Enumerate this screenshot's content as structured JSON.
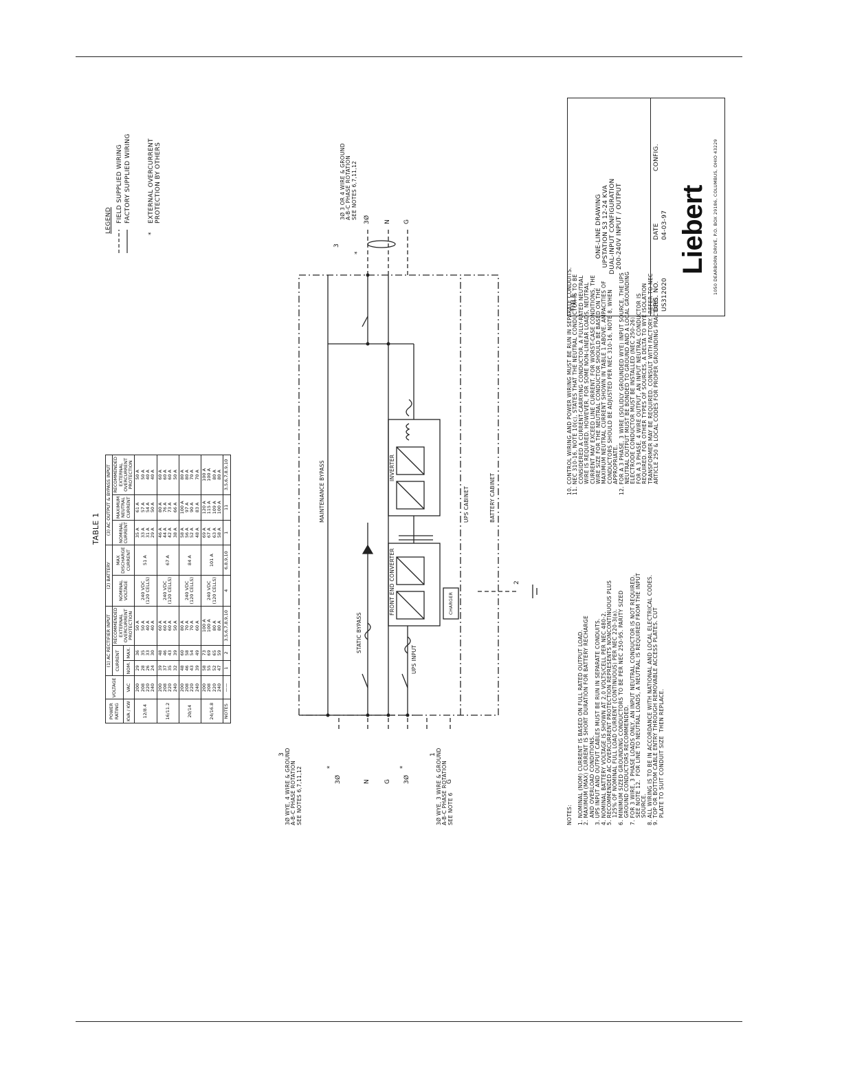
{
  "table": {
    "title": "TABLE 1",
    "group_headers": {
      "ac_rectifier": "AC RECTIFIER INPUT",
      "battery": "BATTERY",
      "ac_output": "AC OUTPUT & BYPASS INPUT",
      "rectifier_num": "1",
      "battery_num": "2",
      "output_num": "3"
    },
    "col_headers": {
      "power_rating": "POWER\nRATING",
      "kva_kw": "KVA / KW",
      "voltage": "VOLTAGE",
      "vac": "VAC",
      "current": "CURRENT",
      "nom": "NOM.",
      "max": "MAX.",
      "rec_ext": "RECOMMENDED\nEXTERNAL\nOVERCURRENT\nPROTECTION",
      "nominal_voltage": "NOMINAL\nVOLTAGE",
      "max_discharge": "MAX\nDISCHARGE\nCURRENT",
      "nominal_current": "NOMINAL\nCURRENT",
      "max_neutral": "MAXIMUM\nNEUTRAL\nCURRENT"
    },
    "rows": [
      {
        "kva": "12/8.4",
        "vac": "200\n208\n220\n240",
        "nom": "29\n28\n26\n24",
        "max": "36\n35\n33\n30",
        "rec": "50 A\n50 A\n40 A\n40 A",
        "bv": "240 VDC\n(120 CELLS)",
        "bd": "51 A",
        "on": "35 A\n33 A\n31 A\n29 A",
        "omn": "61 A\n57 A\n54 A\n50 A",
        "orec": "50 A\n50 A\n40 A\n40 A"
      },
      {
        "kva": "16/11.2",
        "vac": "200\n208\n220\n240",
        "nom": "39\n37\n35\n32",
        "max": "48\n46\n43\n39",
        "rec": "60 A\n60 A\n60 A\n50 A",
        "bv": "240 VDC\n(120 CELLS)",
        "bd": "67 A",
        "on": "46 A\n44 A\n42 A\n38 A",
        "omn": "80 A\n76 A\n73 A\n66 A",
        "orec": "60 A\n60 A\n60 A\n50 A"
      },
      {
        "kva": "20/14",
        "vac": "200\n208\n220\n240",
        "nom": "48\n46\n43\n39",
        "max": "60\n58\n54\n49",
        "rec": "80 A\n70 A\n70 A\n60 A",
        "bv": "240 VDC\n(120 CELLS)",
        "bd": "84 A",
        "on": "58 A\n56 A\n52 A\n48 A",
        "omn": "100 A\n97 A\n90 A\n83 A",
        "orec": "80 A\n80 A\n70 A\n70 A"
      },
      {
        "kva": "24/16.8",
        "vac": "200\n208\n220\n240",
        "nom": "58\n55\n52\n47",
        "max": "73\n69\n65\n59",
        "rec": "100 A\n100 A\n80 A\n80 A",
        "bv": "240 VDC\n(120 CELLS)",
        "bd": "101 A",
        "on": "69 A\n67 A\n63 A\n58 A",
        "omn": "120 A\n115 A\n109 A\n100 A",
        "orec": "100 A\n100 A\n80 A\n80 A"
      }
    ],
    "notes_row": {
      "label": "NOTES",
      "vac": "——",
      "nom": "1",
      "max": "2",
      "rec": "3,5,6,7,8,9,10",
      "bv": "4",
      "bd": "6,8,9,10",
      "on": "1",
      "omn": "11",
      "orec": "3,5,6,7,8,9,10"
    }
  },
  "legend": {
    "title": "LEGEND",
    "field": "FIELD SUPPLIED WIRING",
    "factory": "FACTORY SUPPLIED WIRING",
    "external": "EXTERNAL OVERCURRENT\nPROTECTION BY OTHERS",
    "external_mark": "*"
  },
  "diagram": {
    "input1_label": "3Ø WYE, 4 WIRE & GROUND\nA-B-C PHASE ROTATION\nSEE NOTES 6,7,11,12",
    "input1_num": "3",
    "input2_label": "3Ø WYE, 3 WIRE & GROUND\nA-B-C PHASE ROTATION\nSEE NOTE 6",
    "input2_num": "1",
    "output_label": "3Ø 3 OR 4 WIRE & GROUND\nA-B-C PHASE ROTATION\nSEE NOTES 6,7,11,12",
    "output_num": "3",
    "battery_num": "2",
    "three_phase": "3Ø",
    "neutral": "N",
    "ground": "G",
    "star": "*",
    "static_bypass": "STATIC BYPASS",
    "ups_input": "UPS INPUT",
    "front_end": "FRONT END CONVERTER",
    "inverter": "INVERTER",
    "charger": "CHARGER",
    "maintenance_bypass": "MAINTENANCE BYPASS",
    "ups_cabinet": "UPS CABINET",
    "battery_cabinet": "BATTERY CABINET"
  },
  "notes": {
    "heading": "NOTES:",
    "items_left": [
      "1. NOMINAL (NOM) CURRENT IS BASED ON FULL RATED OUTPUT LOAD.",
      "2. MAXIMUM (MAX) CURRENT IS SHORT DURATION FOR BATTERY RECHARGE\n    AND OVERLOAD CONDITIONS.",
      "3. UPS INPUT AND OUTPUT CABLES MUST BE RUN IN SEPARATE CONDUITS.",
      "4. NOMINAL BATTERY VOLTAGE IS SHOWN AT 2.0 VOLTS/CELL PER NEC 480-2.",
      "5. RECOMMENDED AC OVERCURRENT PROTECTION REPRESENTS NONCONTINUOUS PLUS\n    125% OF NOMINAL FULL LOAD CURRENT (CONTINUOUS) PER NEC 220-3(a).",
      "6. MINIMUM SIZED GROUNDING CONDUCTORS TO BE PER NEC 250-95. PARITY SIZED\n    GROUND CONDUCTORS RECOMMENDED.",
      "7. FOR 3 WIRE, 3 PHASE LOADS ONLY, AN INPUT NEUTRAL CONDUCTOR IS NOT REQUIRED.\n    SEE NOTE 12.  FOR LINE TO NEUTRAL LOADS, A NEUTRAL IS REQUIRED FROM THE INPUT\n    SOURCE.",
      "8. ALL WIRING IS TO BE IN ACCORDANCE WITH NATIONAL AND LOCAL ELECTRICAL CODES.",
      "9. TOP OR BOTTOM CABLE ENTRY THROUGH REMOVABLE ACCESS PLATES. CUT\n    PLATE TO SUIT CONDUIT SIZE  THEN REPLACE."
    ],
    "items_right": [
      "10. CONTROL WIRING AND POWER WIRING MUST BE RUN IN SEPARATE CONDUITS.",
      "11. NEC 310-16, NOTE 10(c), STATES THAT THE NEUTRAL CONDUCTOR IS TO BE\n      CONSIDERED A CURRENT-CARRYING CONDUCTOR. A FULLY-RATED NEUTRAL\n      WIRE IS REQUIRED. HOWEVER, FOR SOME NON-LINEAR LOADS, NEUTRAL\n      CURRENT MAY EXCEED LINE CURRENT. FOR WORST-CASE CONDITIONS, THE\n      WIRE SIZE FOR THE NEUTRAL CONDUCTOR SHOULD BE BASED ON THE\n      MAXIMUM NEUTRAL CURRENT SHOWN IN TABLE 1 ABOVE. AMPACITIES OF\n      CONDUCTORS SHOULD BE ADJUSTED PER NEC 310-16, NOTE 8, WHEN\n      APPROPRIATE.",
      "12. FOR A 3 PHASE, 3 WIRE (SOLIDLY GROUNDED WYE) INPUT SOURCE, THE UPS\n      NEUTRAL OUTPUT MUST BE BONDED TO GROUND AND A LOCAL GROUNDING\n      ELECTRODE CONDUCTOR MUST BE INSTALLED (NEC 250-26).\n      FOR A 3 PHASE, 4 WIRE OUTPUT, AN INPUT NEUTRAL CONDUCTOR IS\n      REQUIRED. FOR OTHER TYPES OF SOURCES, A DELTA TO WYE ISOLATION\n      TRANSFORMER MAY BE REQUIRED. CONSULT WITH FACTORY.  REFER TO NEC\n      ARTICLE 250 & LOCAL CODES FOR PROPER GROUNDING PRACTICES."
    ]
  },
  "title_block": {
    "title_label": "TITLE",
    "title_text": "ONE-LINE DRAWING\nUPSTATION S3 12-24 KVA\nDUAL-INPUT CONFIGURATION\n200-240V INPUT / OUTPUT",
    "drg_label": "DRG. NO.",
    "drg_value": "US312020",
    "date_label": "DATE",
    "date_value": "04-03-97",
    "config_label": "CONFIG.",
    "config_value": "",
    "logo": "Liebert",
    "address": "1050 DEARBORN DRIVE, P.O. BOX 29186, COLUMBUS, OHIO 43229"
  }
}
